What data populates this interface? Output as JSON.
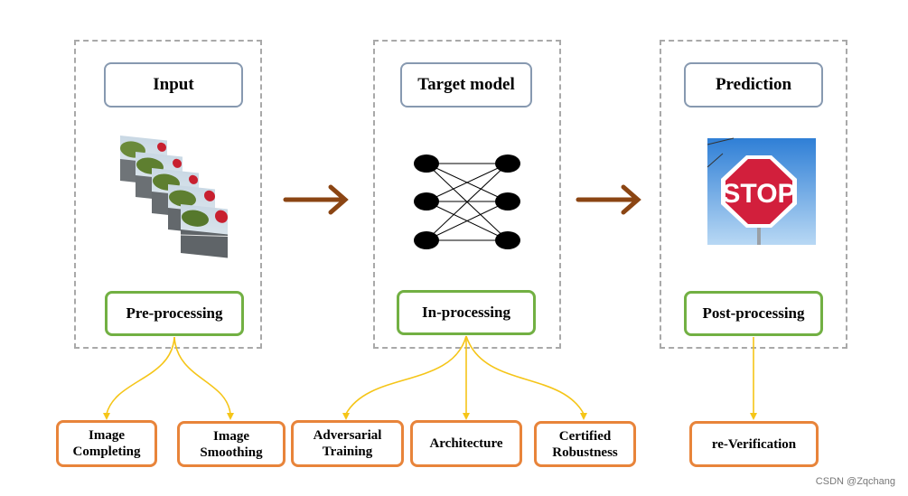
{
  "stages": {
    "input": {
      "title": "Input",
      "process": "Pre-processing"
    },
    "model": {
      "title": "Target model",
      "process": "In-processing"
    },
    "prediction": {
      "title": "Prediction",
      "process": "Post-processing",
      "sign_text": "STOP"
    }
  },
  "methods": {
    "image_completing": [
      "Image",
      "Completing"
    ],
    "image_smoothing": [
      "Image",
      "Smoothing"
    ],
    "adversarial_training": [
      "Adversarial",
      "Training"
    ],
    "architecture": "Architecture",
    "certified_robustness": [
      "Certified",
      "Robustness"
    ],
    "re_verification": "re-Verification"
  },
  "colors": {
    "flow_arrow": "#8b4513",
    "branch_line": "#f5c518",
    "dash_border": "#a9a9a9",
    "title_border": "#8799b0",
    "process_border": "#72b043",
    "method_border": "#e8843a",
    "stop_sign": "#d21f3c"
  },
  "watermark": "CSDN @Zqchang"
}
